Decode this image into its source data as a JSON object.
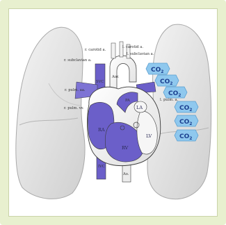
{
  "colors": {
    "frame": "#e8f0cf",
    "lung": "#e9e9e9",
    "deoxygenated_blood": "#6b5fc9",
    "heart_outline": "#3a3a3a",
    "co2_badge": "#8fc8ee",
    "co2_text": "#1b3f8f"
  },
  "labels": {
    "r_carotid": "r. carotid a.",
    "l_carotid": "l. carotid a.",
    "r_subclavian": "r. subclavian a.",
    "l_subclavian": "l. subclavian a.",
    "aorta": "Aor.",
    "svc": "SVC",
    "pa": "PA",
    "r_pulm_aa": "r. pulm. aa.",
    "r_pulm_vv": "r. pulm. vv.",
    "l_pulm_a": "l. pulm. a.",
    "la": "LA",
    "ra": "RA",
    "rv": "RV",
    "lv": "LV",
    "ivc": "IVC",
    "ao": "Ao."
  },
  "co2_badges": [
    {
      "main": "CO",
      "sub": "2"
    },
    {
      "main": "CO",
      "sub": "2"
    },
    {
      "main": "CO",
      "sub": "2"
    },
    {
      "main": "CO",
      "sub": "2"
    },
    {
      "main": "CO",
      "sub": "2"
    },
    {
      "main": "CO",
      "sub": "2"
    }
  ]
}
